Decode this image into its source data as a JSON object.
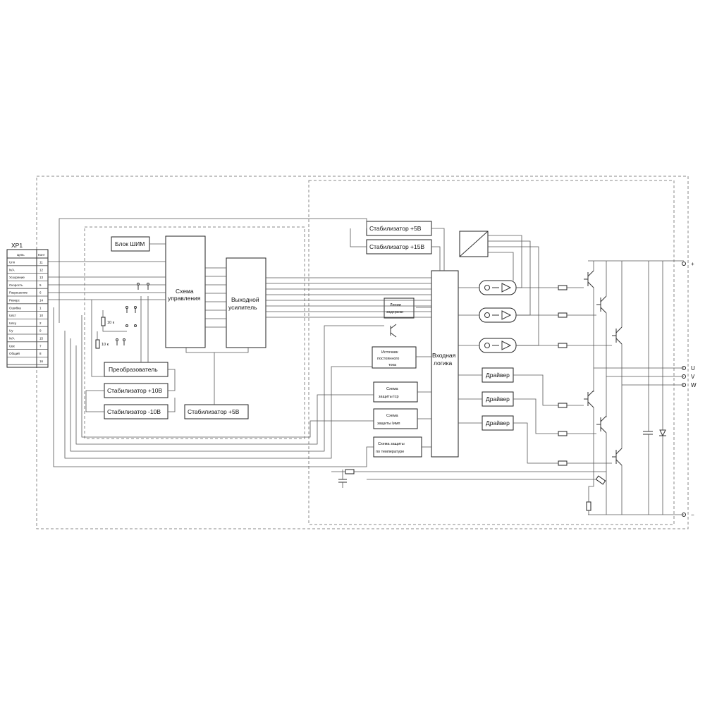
{
  "connector": {
    "title": "XP1",
    "header": [
      "Цепь",
      "Конт"
    ],
    "rows": [
      {
        "name": "Uпп",
        "pin": "11"
      },
      {
        "name": "N/A",
        "pin": "12"
      },
      {
        "name": "Ускорение",
        "pin": "13"
      },
      {
        "name": "Скорость",
        "pin": "5"
      },
      {
        "name": "Разрешение",
        "pin": "6"
      },
      {
        "name": "Реверс",
        "pin": "14"
      },
      {
        "name": "Ошибка",
        "pin": "1"
      },
      {
        "name": "Uвст",
        "pin": "10"
      },
      {
        "name": "Uвсу",
        "pin": "2"
      },
      {
        "name": "Uу",
        "pin": "9"
      },
      {
        "name": "N/A",
        "pin": "15"
      },
      {
        "name": "Uвх",
        "pin": "7"
      },
      {
        "name": "Общий",
        "pin": "8"
      },
      {
        "name": "",
        "pin": "16"
      }
    ]
  },
  "blocks": {
    "pwm": "Блок ШИМ",
    "control": [
      "Схема",
      "управления"
    ],
    "amplifier": [
      "Выходной",
      "усилитель"
    ],
    "converter": "Преобразователь",
    "stab_p10": "Стабилизатор +10В",
    "stab_m10": "Стабилизатор -10В",
    "stab_5_left": "Стабилизатор +5В",
    "stab_5_top": "Стабилизатор +5В",
    "stab_15": "Стабилизатор +15В",
    "delay": [
      "Линии",
      "задержки"
    ],
    "current_src": [
      "Источник",
      "постоянного",
      "тока"
    ],
    "prot_avg": [
      "Схема",
      "защиты Iср"
    ],
    "prot_pulse": [
      "Схема",
      "защиты Iимп"
    ],
    "prot_temp": [
      "Схема защиты",
      "по температуре"
    ],
    "input_logic": [
      "Входная",
      "логика"
    ],
    "driver1": "Драйвер",
    "driver2": "Драйвер",
    "driver3": "Драйвер"
  },
  "small_labels": {
    "res1": "10 к",
    "res2": "10 к"
  },
  "terminals": {
    "plus": "+",
    "minus": "−",
    "u": "U",
    "v": "V",
    "w": "W"
  }
}
